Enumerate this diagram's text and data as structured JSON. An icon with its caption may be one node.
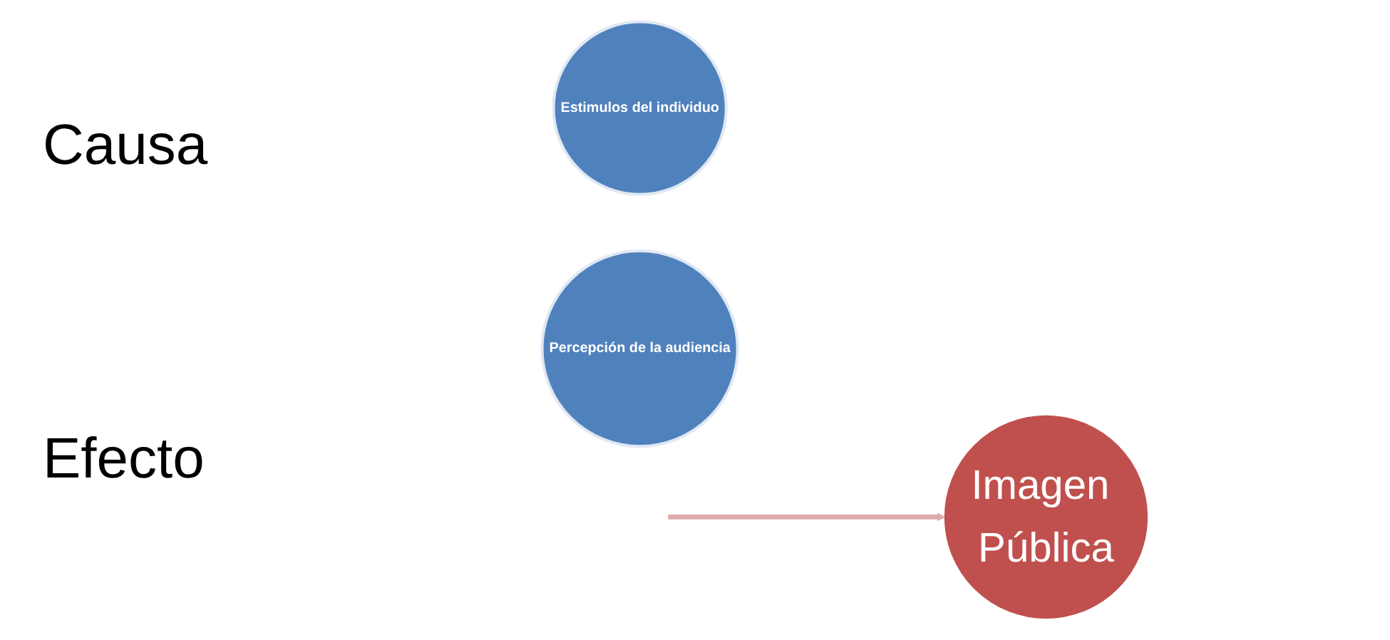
{
  "diagram": {
    "nodes": [
      {
        "text": [
          "Estimulos del individuo"
        ]
      },
      {
        "text": [
          "Percepción de la audiencia"
        ]
      },
      {
        "text": [
          "Imagen Pública"
        ]
      }
    ],
    "edges": [
      {
        "from": null,
        "to": 2,
        "arrow": "to"
      }
    ],
    "labels": [
      "Causa",
      "Efecto"
    ]
  }
}
